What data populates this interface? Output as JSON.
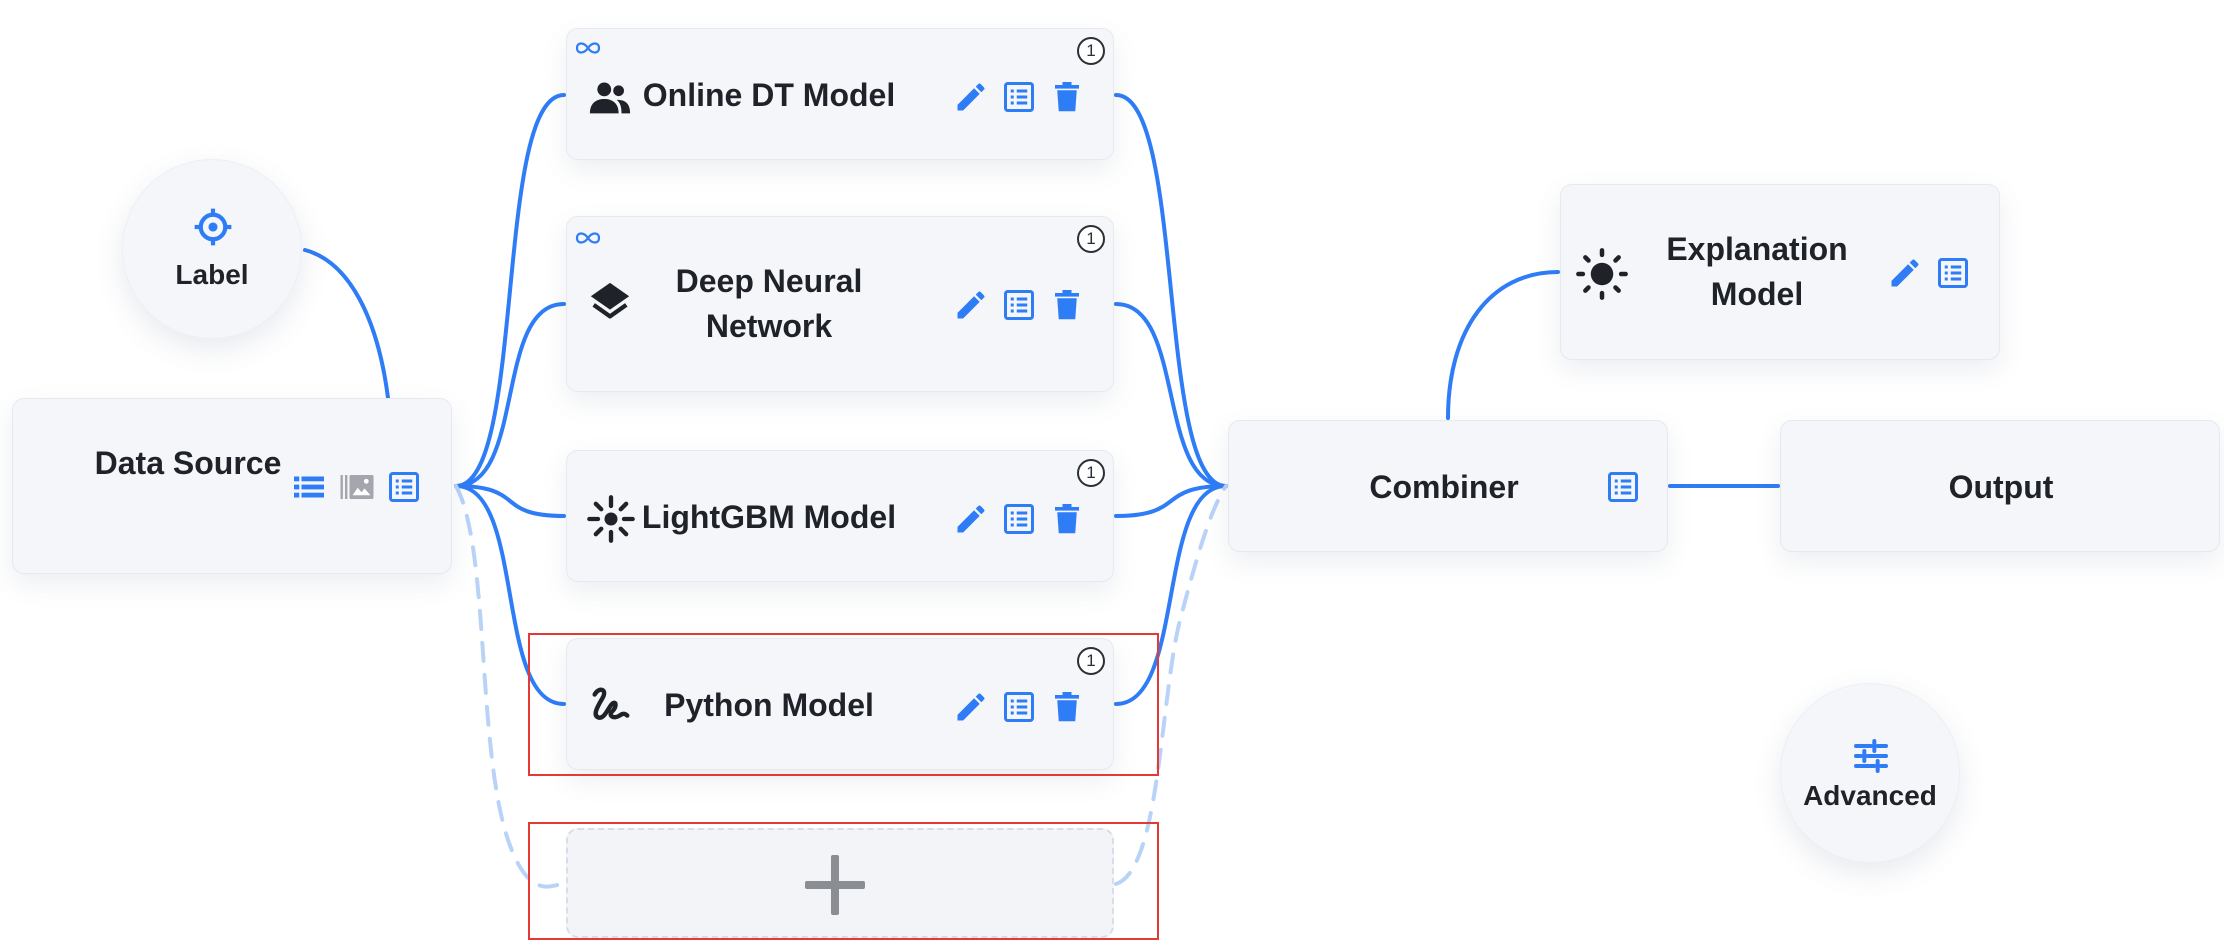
{
  "colors": {
    "accent": "#2e7cf6",
    "edge_light": "#b9d3f8",
    "node_bg": "#f4f6fa",
    "highlight": "#e53935",
    "text": "#1f2329",
    "icon_gray": "#a3a7ad",
    "plus_gray": "#8a8d92"
  },
  "label_node": {
    "label": "Label",
    "icon": "crosshair-target-icon"
  },
  "data_source": {
    "label": "Data Source",
    "icons": [
      "list-view-icon",
      "image-gallery-icon",
      "preview-sheet-icon"
    ]
  },
  "models": [
    {
      "id": "online-dt",
      "label": "Online DT Model",
      "icon": "people-icon",
      "streaming": true,
      "badge": "1",
      "actions": [
        "edit-icon",
        "preview-sheet-icon",
        "delete-icon"
      ],
      "edge": "solid"
    },
    {
      "id": "deep-neural-network",
      "label": "Deep Neural Network",
      "icon": "layers-icon",
      "streaming": true,
      "badge": "1",
      "actions": [
        "edit-icon",
        "preview-sheet-icon",
        "delete-icon"
      ],
      "edge": "solid"
    },
    {
      "id": "lightgbm",
      "label": "LightGBM Model",
      "icon": "light-burst-icon",
      "streaming": false,
      "badge": "1",
      "actions": [
        "edit-icon",
        "preview-sheet-icon",
        "delete-icon"
      ],
      "edge": "solid"
    },
    {
      "id": "python",
      "label": "Python Model",
      "icon": "scribble-icon",
      "streaming": false,
      "badge": "1",
      "actions": [
        "edit-icon",
        "preview-sheet-icon",
        "delete-icon"
      ],
      "edge": "solid"
    }
  ],
  "add_model": {
    "icon": "plus-icon",
    "edge": "dashed"
  },
  "combiner": {
    "label": "Combiner",
    "icon": "preview-sheet-icon"
  },
  "explanation_model": {
    "label": "Explanation Model",
    "icon": "sun-icon",
    "actions": [
      "edit-icon",
      "preview-sheet-icon"
    ]
  },
  "output": {
    "label": "Output"
  },
  "advanced": {
    "label": "Advanced",
    "icon": "sliders-icon"
  },
  "highlighted": [
    "python",
    "add-model"
  ]
}
